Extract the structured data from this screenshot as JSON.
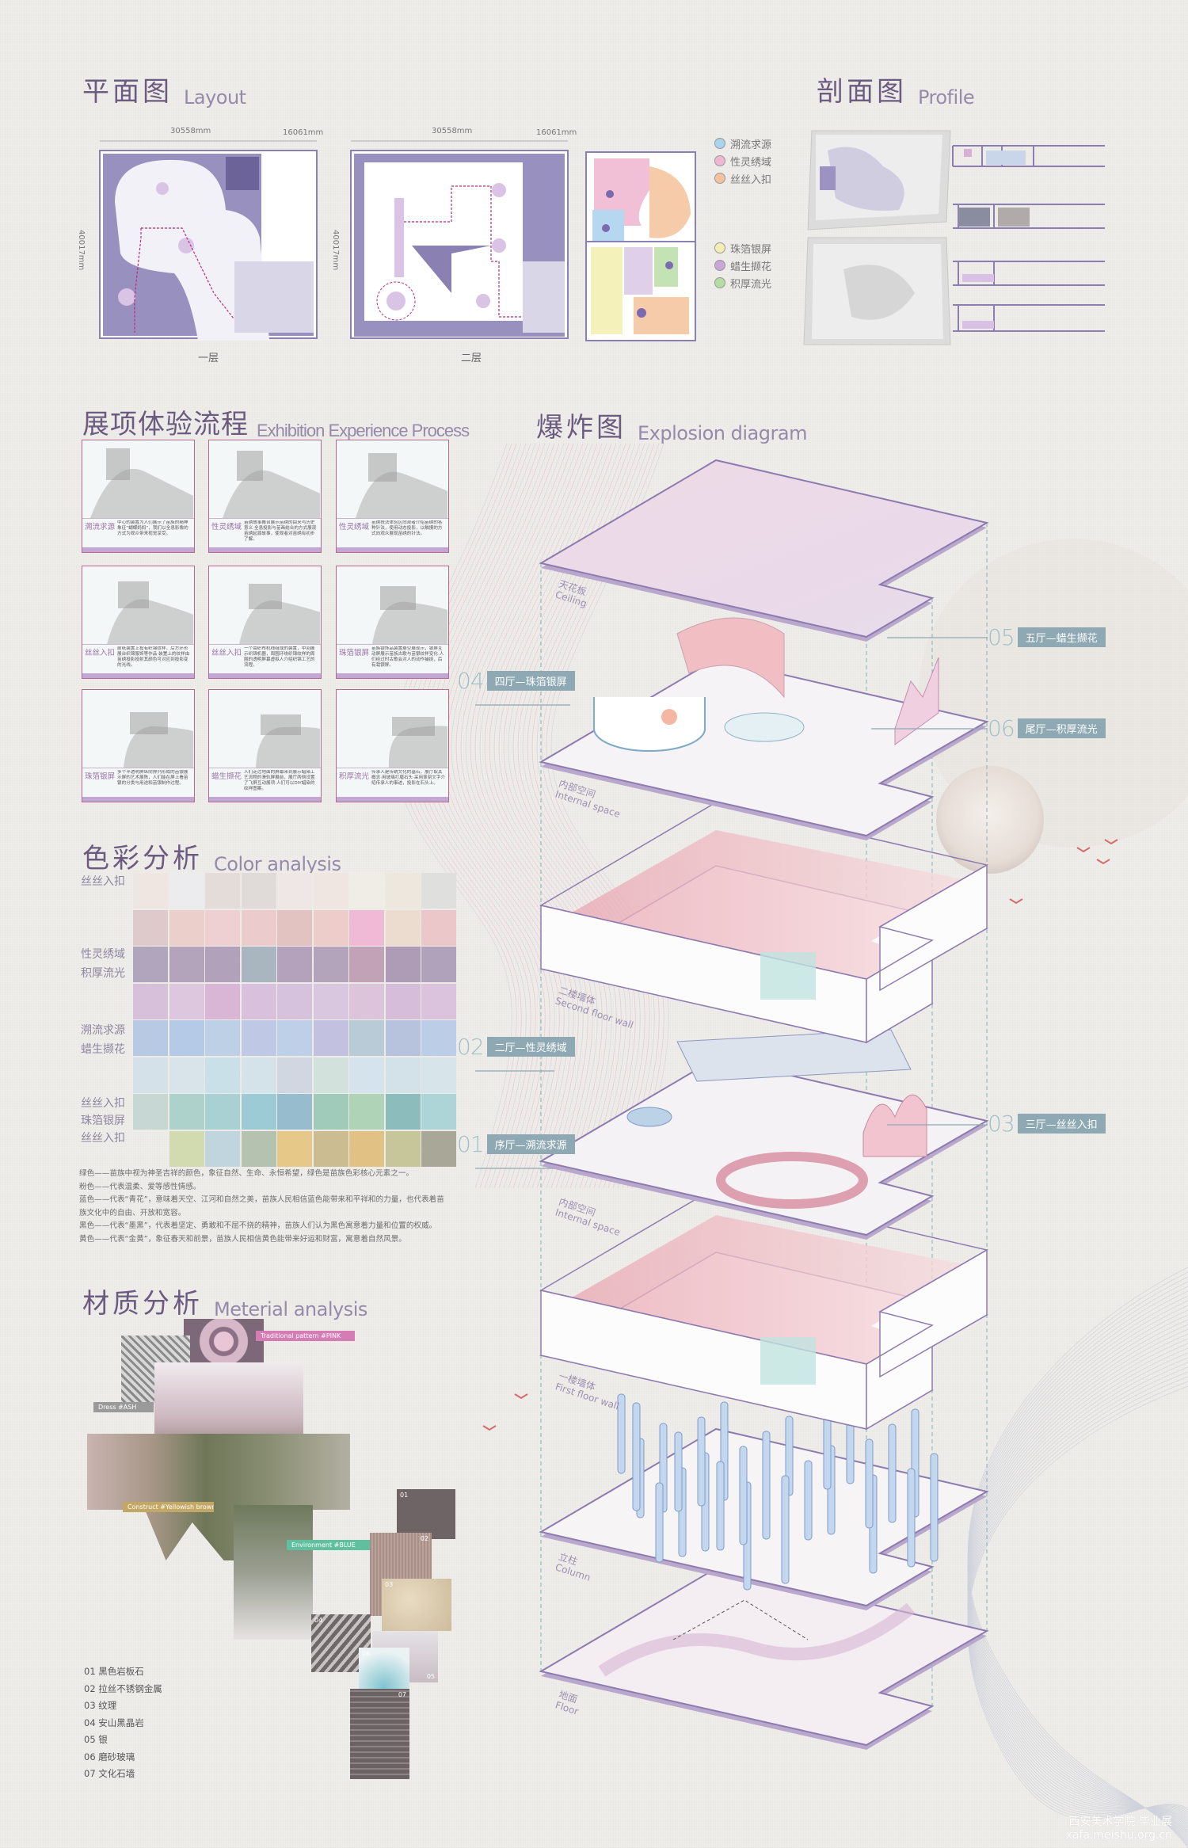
{
  "layout": {
    "title_cn": "平面图",
    "title_en": "Layout",
    "dims": {
      "width": "30558mm",
      "side": "16061mm",
      "height": "40017mm"
    },
    "floor1_label": "一层",
    "floor2_label": "二层",
    "legend": [
      {
        "label": "溯流求源",
        "color": "#a9d3ee"
      },
      {
        "label": "性灵绣域",
        "color": "#f0b7d2"
      },
      {
        "label": "丝丝入扣",
        "color": "#f4c19f"
      },
      {
        "label": "珠箔银屏",
        "color": "#f3efb3"
      },
      {
        "label": "蜡生撷花",
        "color": "#c9a6d8"
      },
      {
        "label": "积厚流光",
        "color": "#b6dca4"
      }
    ]
  },
  "profile": {
    "title_cn": "剖面图",
    "title_en": "Profile"
  },
  "process": {
    "title_cn": "展项体验流程",
    "title_en": "Exhibition Experience Process",
    "cards": [
      {
        "name": "溯流求源",
        "desc": "中心的装置为人们展示了苗族的精神象征“蝴蝶妈妈”，我们以全息影像的方式为观众带来视觉享受。"
      },
      {
        "name": "性灵绣域",
        "desc": "苗绣故事舞台展示苗绣的由来与历史意义·全息投影与苗画结合的方式展现苗绣起源故事，使观者对苗绣有初步了解。"
      },
      {
        "name": "性灵绣域",
        "desc": "苗绣技法体验区向观者介绍苗绣的各种针法，使用动态投影，以触摸的方式向观众展现苗绣的针法。"
      },
      {
        "name": "丝丝入扣",
        "desc": "前纸装置上投有织锦纹样，后方环形展台织锦服饰等作品·装置上的纹样由苗绣投影投射其颜色可对应到投影变的光线。"
      },
      {
        "name": "丝丝入扣",
        "desc": "一个由织布机线组成的装置，中间展示织锦机器，周围环绕织锦纹样的周围的透明屏幕虚拟人介绍织锦工艺的流程。"
      },
      {
        "name": "珠箔银屏",
        "desc": "苗族银饰品装置悬空展现示，银屏互动屏展示苗族古歌与苗银纹样变化·人们经过时古歌会对人的动作捕捉，后有栽银屏。"
      },
      {
        "name": "珠箔银屏",
        "desc": "多个半透明屏纵向排列形成的苗银展示屏的艺术展陈，人们能在屏上看苗银的分类与用途和苗银制作过程。"
      },
      {
        "name": "蜡生撷花",
        "desc": "人们走过地面的屏幕来到展示蜡染工艺流程的滑轨屏展前，展厅两侧设置了飞屏互动展项·人们可以DIY蜡染的纹样图案。"
      },
      {
        "name": "积厚流光",
        "desc": "传承人是传统文化的基石，展厅取其概念·用玻璃打磨石头·采用篆刻文字介绍传承人的事迹，投影在石头上。"
      }
    ]
  },
  "color": {
    "title_cn": "色彩分析",
    "title_en": "Color analysis",
    "row_labels": [
      "丝丝入扣",
      "性灵绣域",
      "积厚流光",
      "溯流求源",
      "蜡生撷花",
      "丝丝入扣",
      "珠箔银屏",
      "丝丝入扣"
    ],
    "swatches": [
      [
        "#efe6e2",
        "#ecebee",
        "#e3dcd9",
        "#e0dbd8",
        "#efe7e5",
        "#efe6e1",
        "#f0ece6",
        "#eee7de",
        "#dfdfdd"
      ],
      [
        "#dfcacb",
        "#ebcfca",
        "#eecfd2",
        "#ebcbcb",
        "#e3c3c2",
        "#eccdc9",
        "#eebad6",
        "#ecdcd0",
        "#ebc7c9"
      ],
      [
        "#b1a5bd",
        "#b3a3bb",
        "#b2a1bb",
        "#a9b5bf",
        "#b4a2bc",
        "#b3a4bc",
        "#c1a2b7",
        "#ae9cb7",
        "#b1a2bb"
      ],
      [
        "#d7c1da",
        "#ddc7df",
        "#dab6d6",
        "#d9c1dd",
        "#d6c2dc",
        "#d9c6df",
        "#dcc4da",
        "#d6bdd9",
        "#dbc2dd"
      ],
      [
        "#b7c9e3",
        "#b4cae6",
        "#bdd0e5",
        "#bfc8e4",
        "#bed0e8",
        "#c2c2e0",
        "#b9cbd6",
        "#b7c3dd",
        "#bccde8"
      ],
      [
        "#d5e1e8",
        "#d8e4ea",
        "#cae0e8",
        "#d4e3ea",
        "#d1d7e0",
        "#d3e1dc",
        "#d5e3ec",
        "#d3e1e8",
        "#d7e4ea"
      ],
      [
        "#c7d8d4",
        "#acd2cb",
        "#a9d1d3",
        "#9ccbd5",
        "#97bccd",
        "#a0cbbb",
        "#afd3b6",
        "#8cbcbc",
        "#add4d7"
      ],
      [
        null,
        "#d2dbb0",
        "#c1d5de",
        "#b5c2b0",
        "#e6c889",
        "#cbbd91",
        "#e2c284",
        "#c6c69a",
        "#a9a797"
      ]
    ],
    "notes": [
      "绿色——苗族中视为神圣吉祥的颜色，象征自然、生命、永恒希望，绿色是苗族色彩核心元素之一。",
      "粉色——代表温柔、爱等感性情感。",
      "蓝色——代表“青花”，意味着天空、江河和自然之美，苗族人民相信蓝色能带来和平祥和的力量，也代表着苗族文化中的自由、开放和宽容。",
      "黑色——代表“墨黑”，代表着坚定、勇敢和不屈不挠的精神，苗族人们认为黑色寓意着力量和位置的权威。",
      "黄色——代表“金黄”，象征春天和前景，苗族人民相信黄色能带来好运和财富，寓意着自然风景。"
    ]
  },
  "material": {
    "title_cn": "材质分析",
    "title_en": "Meterial analysis",
    "tags": [
      {
        "label": "Traditional pattern  #PINK",
        "color": "#d67cb5"
      },
      {
        "label": "Dress  #ASH",
        "color": "#9a9a9a"
      },
      {
        "label": "Construct  #Yellowish brown",
        "color": "#c2a765"
      },
      {
        "label": "Environment  #BLUE",
        "color": "#5fbf9e"
      }
    ],
    "swatch_nums": [
      "01",
      "02",
      "03",
      "04",
      "05",
      "06",
      "07"
    ],
    "list": [
      "01 黑色岩板石",
      "02 拉丝不锈钢金属",
      "03 纹理",
      "04 安山黑晶岩",
      "05 银",
      "06 磨砂玻璃",
      "07 文化石墙"
    ]
  },
  "explosion": {
    "title_cn": "爆炸图",
    "title_en": "Explosion diagram",
    "layers": [
      {
        "cn": "天花板",
        "en": "Ceiling"
      },
      {
        "cn": "内部空间",
        "en": "Internal space"
      },
      {
        "cn": "二楼墙体",
        "en": "Second floor wall"
      },
      {
        "cn": "内部空间",
        "en": "Internal space"
      },
      {
        "cn": "一楼墙体",
        "en": "First floor wall"
      },
      {
        "cn": "立柱",
        "en": "Column"
      },
      {
        "cn": "地面",
        "en": "Floor"
      }
    ],
    "halls": [
      {
        "num": "04",
        "label": "四厅—珠箔银屏"
      },
      {
        "num": "05",
        "label": "五厅—蜡生撷花"
      },
      {
        "num": "06",
        "label": "尾厅—积厚流光"
      },
      {
        "num": "02",
        "label": "二厅—性灵绣域"
      },
      {
        "num": "01",
        "label": "序厅—溯流求源"
      },
      {
        "num": "03",
        "label": "三厅—丝丝入扣"
      }
    ]
  },
  "watermark": {
    "line1": "西安美术学院 毕业展",
    "line2": "xafa.meishu.org.cn"
  }
}
